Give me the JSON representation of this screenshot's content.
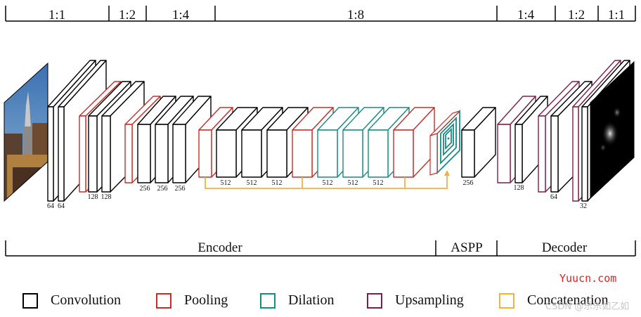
{
  "colors": {
    "convolution": "#000000",
    "pooling": "#c0302a",
    "dilation": "#1a8a84",
    "upsampling": "#7a1f4a",
    "concatenation": "#f0b23c"
  },
  "scales": [
    "1:1",
    "1:2",
    "1:4",
    "1:8",
    "1:4",
    "1:2",
    "1:1"
  ],
  "sections": [
    "Encoder",
    "ASPP",
    "Decoder"
  ],
  "channels": {
    "enc1": "64",
    "enc2": "64",
    "enc3": "128",
    "enc4": "128",
    "enc5": "256",
    "enc6": "256",
    "enc7": "256",
    "enc8": "512",
    "enc9": "512",
    "enc10": "512",
    "enc11": "512",
    "enc12": "512",
    "enc13": "512",
    "aspp": "256",
    "dec1": "128",
    "dec2": "64",
    "dec3": "32"
  },
  "legend": [
    {
      "label": "Convolution",
      "color": "#000000",
      "icon": "convolution-swatch"
    },
    {
      "label": "Pooling",
      "color": "#c0302a",
      "icon": "pooling-swatch"
    },
    {
      "label": "Dilation",
      "color": "#1a8a84",
      "icon": "dilation-swatch"
    },
    {
      "label": "Upsampling",
      "color": "#7a1f4a",
      "icon": "upsampling-swatch"
    },
    {
      "label": "Concatenation",
      "color": "#f0b23c",
      "icon": "concatenation-swatch"
    }
  ],
  "watermark": "Yuucn.com",
  "watermark_secondary": "CSDN @乐乐如乙如"
}
